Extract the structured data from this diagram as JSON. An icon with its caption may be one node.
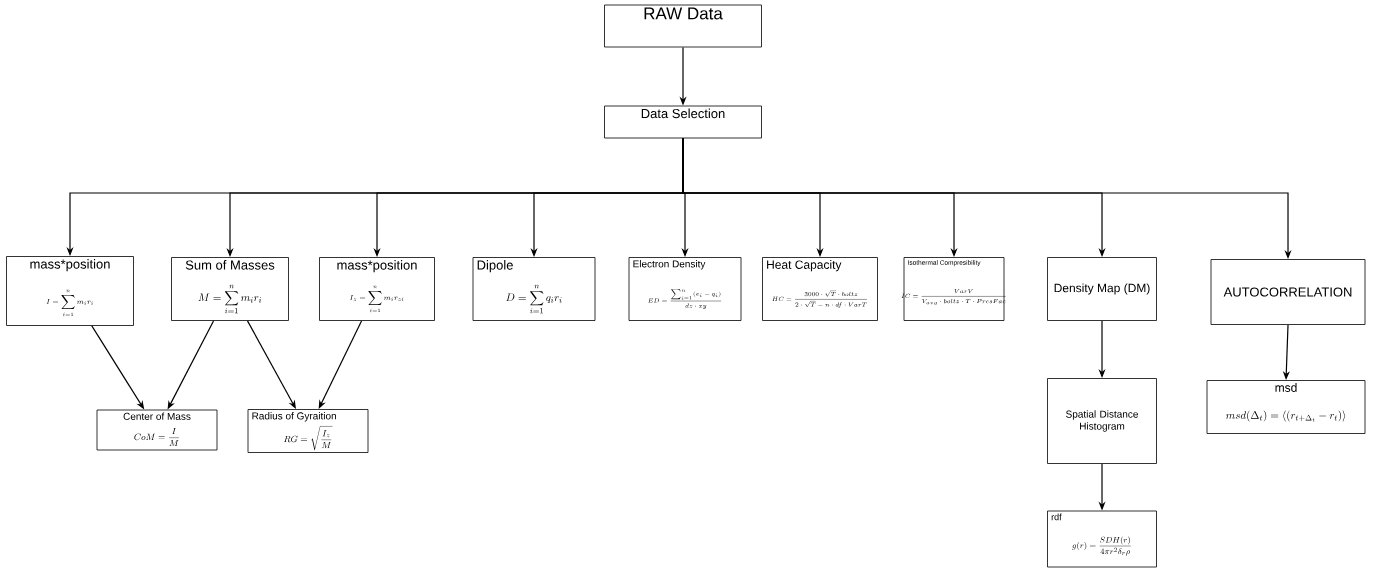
{
  "diagram": {
    "nodes": [
      {
        "text": [
          "RAW Data"
        ]
      },
      {
        "text": [
          "Data Selection"
        ]
      },
      {
        "text": [
          "mass*position",
          "I = \\sum_{i=1}^{n} m_i r_i"
        ]
      },
      {
        "text": [
          "Sum of Masses",
          "M = \\sum_{i=1}^{n} m_i r_i"
        ]
      },
      {
        "text": [
          "mass*position",
          "I_z = \\sum_{i=1}^{n} m_i r_{zi}"
        ]
      },
      {
        "text": [
          "Dipole",
          "D = \\sum_{i=1}^{n} q_i r_i"
        ]
      },
      {
        "text": [
          "Electron Density",
          "ED = \\frac{\\sum_{i=1}^{n} (e_i - q_i)}{dz \\cdot xy}"
        ]
      },
      {
        "text": [
          "Heat Capacity",
          "HC = \\frac{3000 \\cdot \\sqrt{T} \\cdot boltz}{2 \\cdot \\sqrt{T} - n \\cdot df \\cdot VarT}"
        ]
      },
      {
        "text": [
          "Isothermal Compresibility",
          "IC = \\frac{VarV}{V_{avg} \\cdot boltz \\cdot T \\cdot PresFac}"
        ]
      },
      {
        "text": [
          "Density Map (DM)"
        ]
      },
      {
        "text": [
          "AUTOCORRELATION"
        ]
      },
      {
        "text": [
          "Center of Mass",
          "CoM = \\frac{I}{M}"
        ]
      },
      {
        "text": [
          "Radius of Gyraition",
          "RG = \\sqrt{\\frac{I_z}{M}}"
        ]
      },
      {
        "text": [
          "Spatial Distance Histogram"
        ]
      },
      {
        "text": [
          "rdf",
          "g(r) = \\frac{SDH(r)}{4\\pi r^2 \\delta_r \\rho}"
        ]
      },
      {
        "text": [
          "msd",
          "msd(\\Delta_t) = \\left\\langle (r_{t+\\Delta_t} - r_t) \\right\\rangle"
        ]
      }
    ],
    "edges": [
      {
        "from": 0,
        "to": 1,
        "arrow": "to"
      },
      {
        "from": 1,
        "to": 2,
        "arrow": "to"
      },
      {
        "from": 1,
        "to": 3,
        "arrow": "to"
      },
      {
        "from": 1,
        "to": 4,
        "arrow": "to"
      },
      {
        "from": 1,
        "to": 5,
        "arrow": "to"
      },
      {
        "from": 1,
        "to": 6,
        "arrow": "to"
      },
      {
        "from": 1,
        "to": 7,
        "arrow": "to"
      },
      {
        "from": 1,
        "to": 8,
        "arrow": "to"
      },
      {
        "from": 1,
        "to": 9,
        "arrow": "to"
      },
      {
        "from": 1,
        "to": 10,
        "arrow": "to"
      },
      {
        "from": 2,
        "to": 11,
        "arrow": "to"
      },
      {
        "from": 3,
        "to": 11,
        "arrow": "to"
      },
      {
        "from": 3,
        "to": 12,
        "arrow": "to"
      },
      {
        "from": 4,
        "to": 12,
        "arrow": "to"
      },
      {
        "from": 9,
        "to": 13,
        "arrow": "to"
      },
      {
        "from": 13,
        "to": 14,
        "arrow": "to"
      },
      {
        "from": 10,
        "to": 15,
        "arrow": "to"
      }
    ]
  }
}
